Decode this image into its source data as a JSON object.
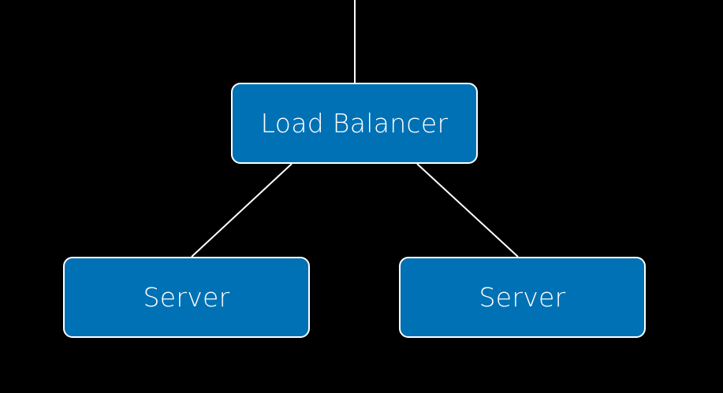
{
  "diagram": {
    "nodes": [
      {
        "id": "lb",
        "label": "Load Balancer"
      },
      {
        "id": "srv1",
        "label": "Server"
      },
      {
        "id": "srv2",
        "label": "Server"
      }
    ],
    "edges": [
      {
        "from": "incoming",
        "to": "lb"
      },
      {
        "from": "lb",
        "to": "srv1"
      },
      {
        "from": "lb",
        "to": "srv2"
      }
    ],
    "colors": {
      "background": "#000000",
      "node_fill": "#0071b5",
      "node_border": "#ffffff",
      "connector": "#ffffff",
      "text": "#ffffff"
    }
  }
}
